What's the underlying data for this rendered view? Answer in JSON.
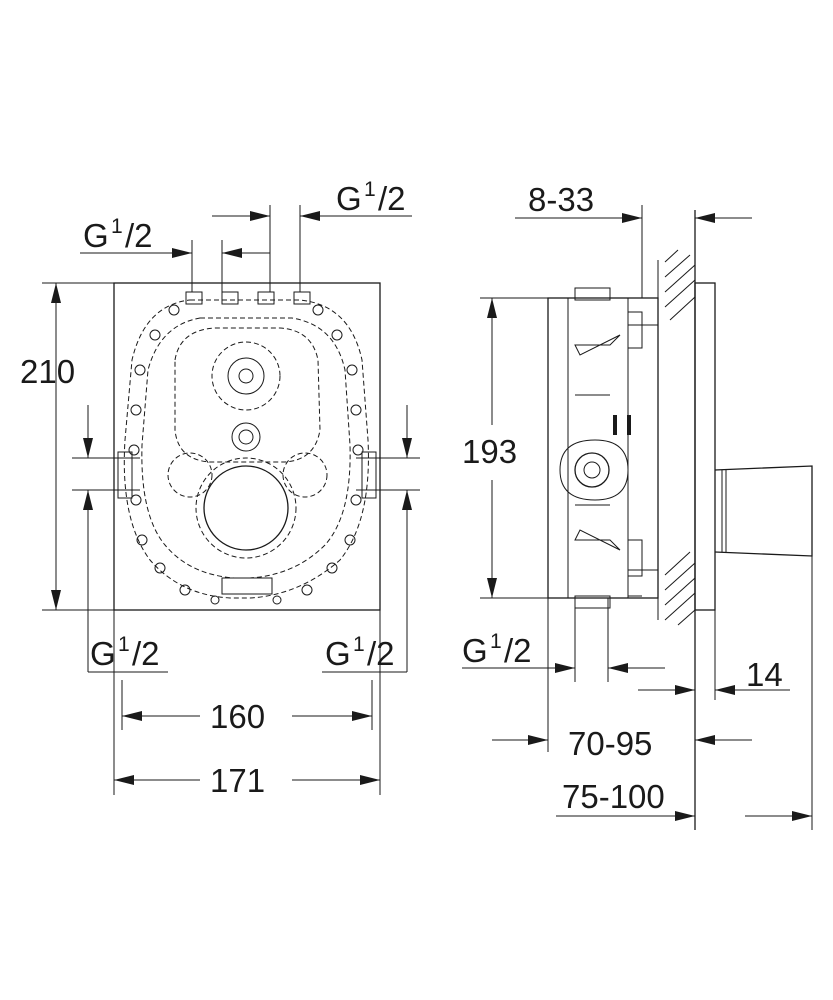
{
  "dimensions": {
    "width_outer": "171",
    "width_inner": "160",
    "height_front": "210",
    "height_side": "193",
    "wall_adjust": "8-33",
    "cover_depth": "14",
    "depth_min": "70-95",
    "depth_max": "75-100"
  },
  "threads": {
    "prefix": "G",
    "numerator": "1",
    "denominator": "/2"
  },
  "colors": {
    "line": "#1a1a1a",
    "background": "#ffffff"
  }
}
